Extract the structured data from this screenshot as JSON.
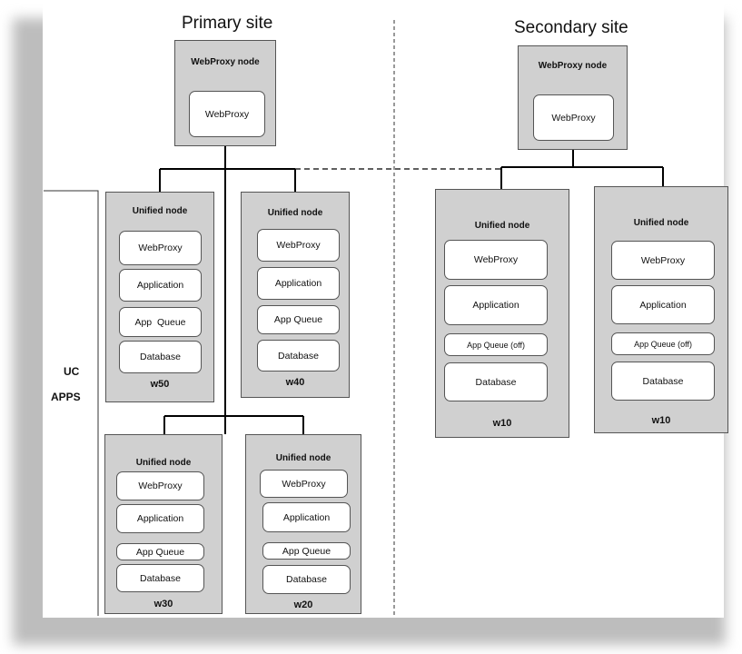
{
  "sites": {
    "primary": "Primary site",
    "secondary": "Secondary site"
  },
  "side_label": [
    "UC",
    "APPS"
  ],
  "proxy_nodes": [
    {
      "title": "WebProxy node",
      "component": "WebProxy"
    },
    {
      "title": "WebProxy node",
      "component": "WebProxy"
    }
  ],
  "unified_nodes": [
    {
      "title": "Unified node",
      "components": [
        "WebProxy",
        "Application",
        "App  Queue",
        "Database"
      ],
      "id": "w50"
    },
    {
      "title": "Unified node",
      "components": [
        "WebProxy",
        "Application",
        "App Queue",
        "Database"
      ],
      "id": "w40"
    },
    {
      "title": "Unified node",
      "components": [
        "WebProxy",
        "Application",
        "App Queue",
        "Database"
      ],
      "id": "w30"
    },
    {
      "title": "Unified node",
      "components": [
        "WebProxy",
        "Application",
        "App Queue",
        "Database"
      ],
      "id": "w20"
    },
    {
      "title": "Unified node",
      "components": [
        "WebProxy",
        "Application",
        "App Queue (off)",
        "Database"
      ],
      "id": "w10"
    },
    {
      "title": "Unified node",
      "components": [
        "WebProxy",
        "Application",
        "App Queue (off)",
        "Database"
      ],
      "id": "w10"
    }
  ]
}
